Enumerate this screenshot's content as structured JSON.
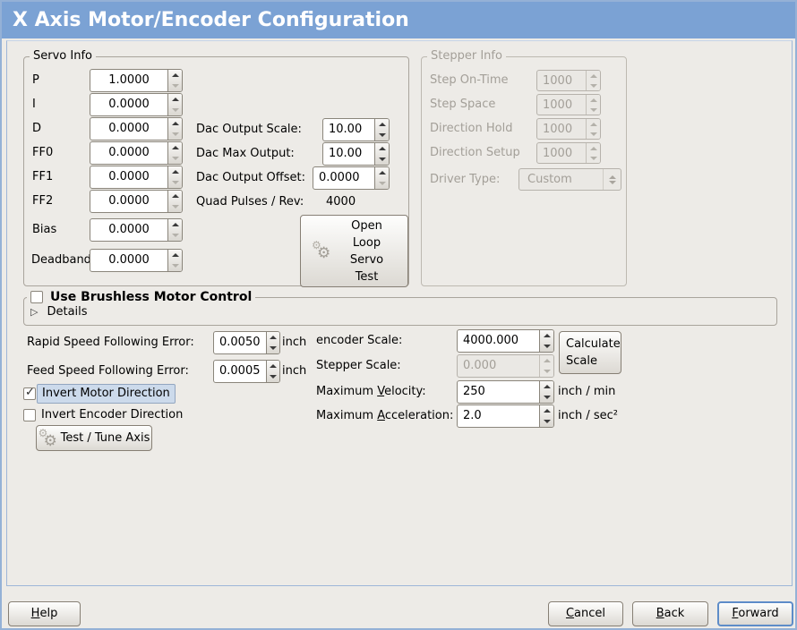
{
  "title": "X Axis Motor/Encoder Configuration",
  "servo": {
    "legend": "Servo Info",
    "rows": [
      {
        "label": "P",
        "value": "1.0000"
      },
      {
        "label": "I",
        "value": "0.0000"
      },
      {
        "label": "D",
        "value": "0.0000"
      },
      {
        "label": "FF0",
        "value": "0.0000"
      },
      {
        "label": "FF1",
        "value": "0.0000"
      },
      {
        "label": "FF2",
        "value": "0.0000"
      },
      {
        "label": "Bias",
        "value": "0.0000"
      },
      {
        "label": "Deadband",
        "value": "0.0000"
      }
    ]
  },
  "dac": {
    "scale_label": "Dac Output Scale:",
    "scale_value": "10.00",
    "max_label": "Dac Max Output:",
    "max_value": "10.00",
    "offset_label": "Dac Output Offset:",
    "offset_value": "0.0000",
    "quad_label": "Quad Pulses / Rev:",
    "quad_value": "4000"
  },
  "open_loop": {
    "lines": [
      "Open",
      "Loop",
      "Servo",
      "Test"
    ],
    "icon": "gears-icon"
  },
  "stepper": {
    "legend": "Stepper Info",
    "rows": [
      {
        "label": "Step On-Time",
        "value": "1000"
      },
      {
        "label": "Step Space",
        "value": "1000"
      },
      {
        "label": "Direction Hold",
        "value": "1000"
      },
      {
        "label": "Direction Setup",
        "value": "1000"
      }
    ],
    "driver_label": "Driver Type:",
    "driver_value": "Custom"
  },
  "brushless": {
    "checkbox_label": "Use Brushless Motor Control",
    "details_label": "Details"
  },
  "errors": {
    "rapid_label": "Rapid Speed Following Error:",
    "rapid_value": "0.0050",
    "rapid_unit": "inch",
    "feed_label": "Feed Speed Following Error:",
    "feed_value": "0.0005",
    "feed_unit": "inch"
  },
  "invert": {
    "motor": "Invert Motor Direction",
    "encoder": "Invert Encoder Direction"
  },
  "test_tune": {
    "label": "Test / Tune Axis",
    "icon": "gears-icon"
  },
  "scales": {
    "encoder_label": "encoder Scale:",
    "encoder_value": "4000.000",
    "stepper_label": "Stepper Scale:",
    "stepper_value": "0.000",
    "calc_line1": "Calculate",
    "calc_line2": "Scale",
    "vel_pre": "Maximum ",
    "vel_key": "V",
    "vel_post": "elocity:",
    "vel_value": "250",
    "vel_unit": "inch / min",
    "acc_pre": "Maximum ",
    "acc_key": "A",
    "acc_post": "cceleration:",
    "acc_value": "2.0",
    "acc_unit": "inch / sec²"
  },
  "footer": {
    "help_key": "H",
    "help_rest": "elp",
    "cancel_key": "C",
    "cancel_rest": "ancel",
    "back_key": "B",
    "back_rest": "ack",
    "forward_key": "F",
    "forward_rest": "orward"
  },
  "colors": {
    "titlebar": "#7ba2d4",
    "window_border": "#94b1d6",
    "focus_border": "#5e8cc8",
    "selection_highlight": "#ccdaeb",
    "disabled_text": "#a39f98",
    "background": "#edebe7"
  }
}
